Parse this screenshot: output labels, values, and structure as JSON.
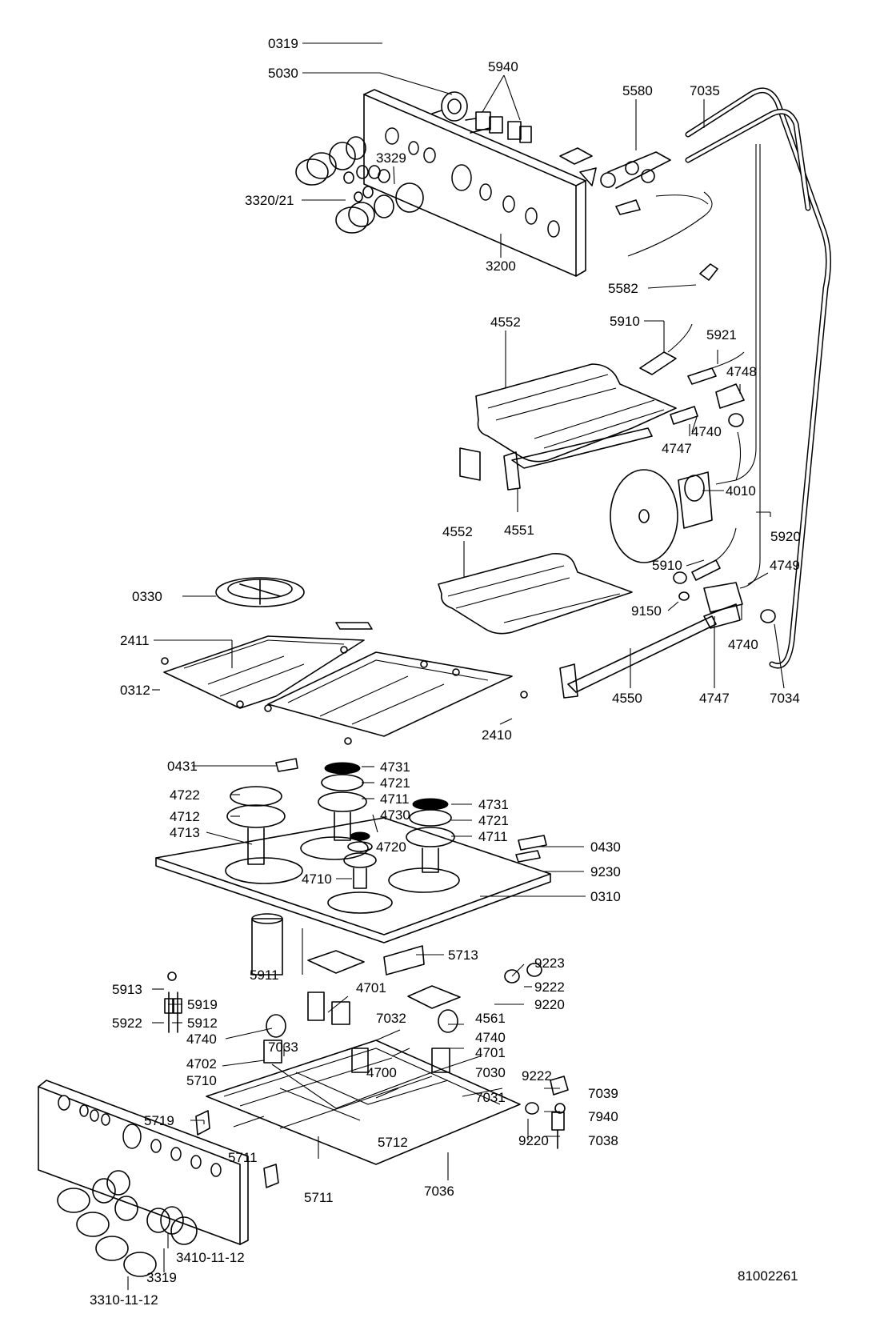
{
  "title": "",
  "document_number": "81002261",
  "labels": {
    "p0319_top": "0319",
    "p5030": "5030",
    "p5940": "5940",
    "p5580": "5580",
    "p7035": "7035",
    "p3329": "3329",
    "p3320_21": "3320/21",
    "p3200": "3200",
    "p5582": "5582",
    "p4552_upper": "4552",
    "p5910_upper": "5910",
    "p5921": "5921",
    "p4748": "4748",
    "p4740_upper": "4740",
    "p4747_upper": "4747",
    "p4010": "4010",
    "p4551": "4551",
    "p5920": "5920",
    "p4552_lower": "4552",
    "p5910_lower": "5910",
    "p4749": "4749",
    "p0330": "0330",
    "p9150": "9150",
    "p2411": "2411",
    "p4740_mid": "4740",
    "p0312": "0312",
    "p4550": "4550",
    "p4747_lower": "4747",
    "p7034": "7034",
    "p2410": "2410",
    "p0431": "0431",
    "p4731_a": "4731",
    "p4721_a": "4721",
    "p4722": "4722",
    "p4711_a": "4711",
    "p4731_b": "4731",
    "p4712": "4712",
    "p4730": "4730",
    "p4721_b": "4721",
    "p4713": "4713",
    "p4711_b": "4711",
    "p4720": "4720",
    "p0430": "0430",
    "p9230": "9230",
    "p4710": "4710",
    "p0310": "0310",
    "p5713": "5713",
    "p9223": "9223",
    "p5911": "5911",
    "p9222_a": "9222",
    "p5913": "5913",
    "p9220_a": "9220",
    "p5919": "5919",
    "p4701_a": "4701",
    "p5922": "5922",
    "p5912": "5912",
    "p7032": "7032",
    "p4561": "4561",
    "p4740_lower": "4740",
    "p7033": "7033",
    "p4740_right": "4740",
    "p4701_b": "4701",
    "p4702": "4702",
    "p7030": "7030",
    "p4700": "4700",
    "p5710": "5710",
    "p9222_b": "9222",
    "p7039": "7039",
    "p7031": "7031",
    "p7940": "7940",
    "p5719": "5719",
    "p9220_b": "9220",
    "p7038": "7038",
    "p5711_a": "5711",
    "p5712": "5712",
    "p7036": "7036",
    "p5711_b": "5711",
    "p3410": "3410-11-12",
    "p3319": "3319",
    "p3310": "3310-11-12"
  }
}
